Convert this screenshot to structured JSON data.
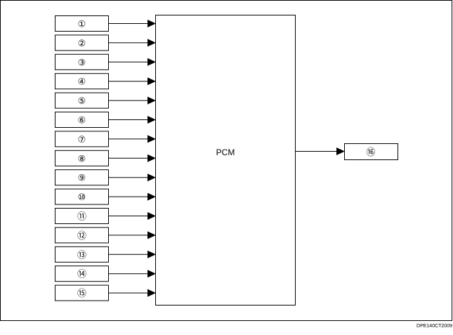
{
  "diagram": {
    "pcm_label": "PCM",
    "inputs": [
      "①",
      "②",
      "③",
      "④",
      "⑤",
      "⑥",
      "⑦",
      "⑧",
      "⑨",
      "⑩",
      "⑪",
      "⑫",
      "⑬",
      "⑭",
      "⑮"
    ],
    "output": "⑯",
    "code": "DPE140CT2009"
  }
}
